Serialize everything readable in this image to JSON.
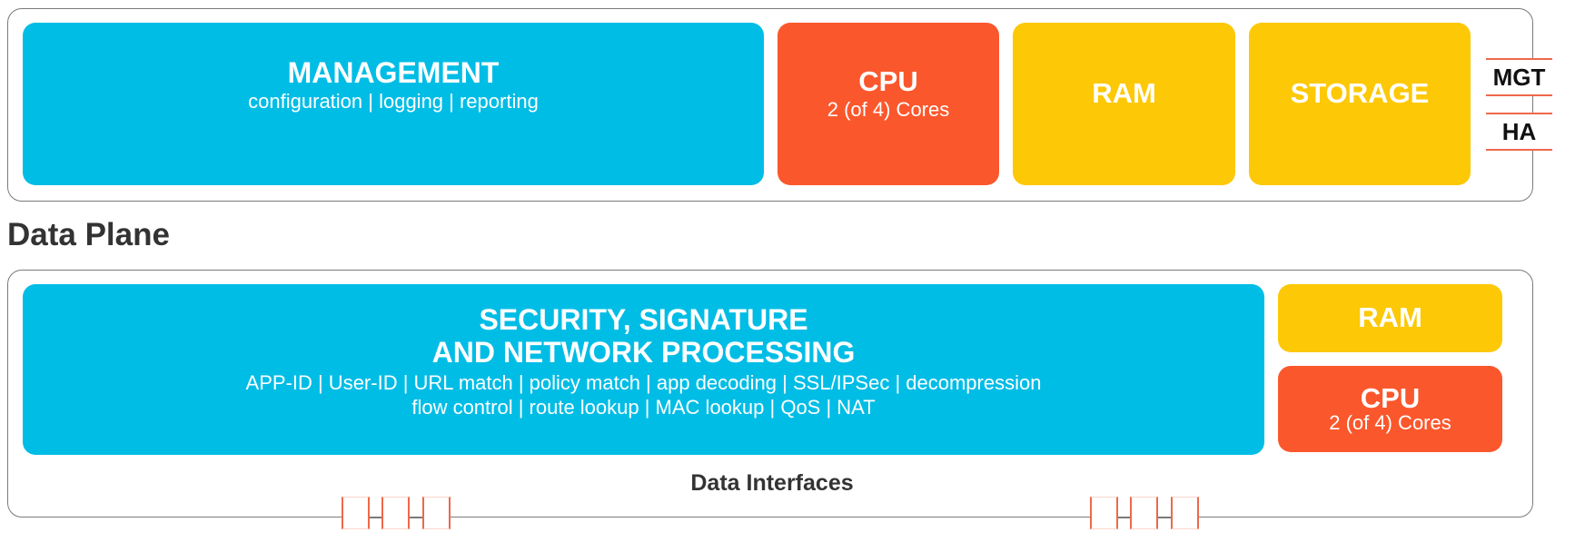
{
  "colors": {
    "blue": "#00bde6",
    "orange": "#fb572c",
    "yellow": "#fdc805",
    "port_red": "#f0684a",
    "text_dark": "#333333"
  },
  "management_plane": {
    "management": {
      "title": "MANAGEMENT",
      "subtitle": "configuration | logging | reporting"
    },
    "cpu": {
      "title": "CPU",
      "subtitle": "2 (of 4) Cores"
    },
    "ram": {
      "title": "RAM"
    },
    "storage": {
      "title": "STORAGE"
    },
    "ports": {
      "mgt": "MGT",
      "ha": "HA"
    }
  },
  "data_plane": {
    "heading": "Data Plane",
    "processing": {
      "title_line1": "SECURITY, SIGNATURE",
      "title_line2": "AND NETWORK PROCESSING",
      "features_line1": "APP-ID | User-ID | URL match | policy match | app decoding | SSL/IPSec | decompression",
      "features_line2": "flow control | route lookup | MAC lookup | QoS | NAT"
    },
    "ram": {
      "title": "RAM"
    },
    "cpu": {
      "title": "CPU",
      "subtitle": "2 (of 4) Cores"
    },
    "interfaces_label": "Data Interfaces"
  }
}
